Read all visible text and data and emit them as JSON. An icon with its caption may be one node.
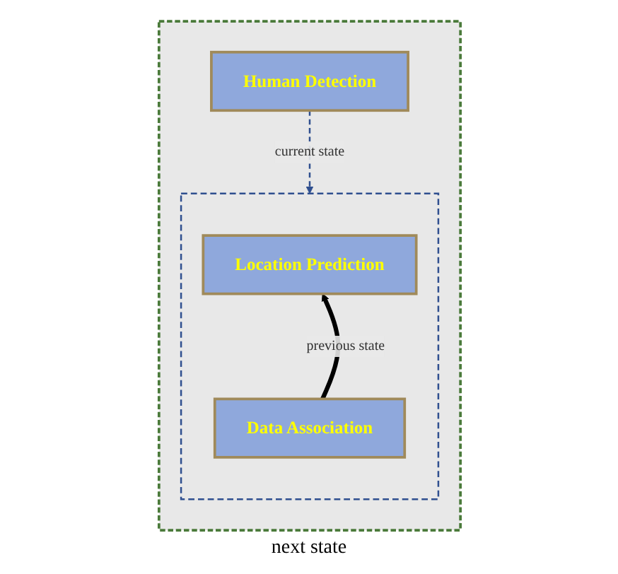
{
  "diagram": {
    "nodes": [
      {
        "text": [],
        "shape": "box"
      },
      {
        "text": [
          "Human Detection"
        ],
        "in": 0
      },
      {
        "text": [],
        "shape": "box",
        "in": 0
      },
      {
        "text": [
          "Location Prediction"
        ],
        "in": 2
      },
      {
        "text": [
          "Data Association"
        ],
        "in": 2
      }
    ],
    "edges": [
      {
        "from": 1,
        "to": 2,
        "arrow": "to",
        "label": "current state",
        "style": "dashed",
        "color": "#2f4f8f"
      },
      {
        "from": 4,
        "to": 3,
        "arrow": "to",
        "label": "previous state",
        "style": "thick",
        "color": "#000000"
      }
    ],
    "labels": [
      "next state"
    ]
  }
}
